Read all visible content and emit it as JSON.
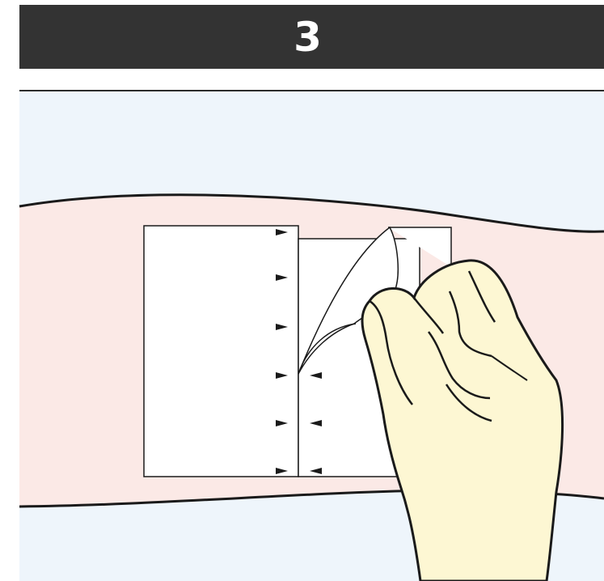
{
  "header": {
    "step_number": "3"
  },
  "illustration": {
    "arm_icon": "arm-skin",
    "dressing_icon": "adhesive-dressing",
    "hand_icon": "hand-peeling",
    "arrow_icon": "press-direction-arrow"
  },
  "colors": {
    "header_bg": "#333333",
    "header_text": "#ffffff",
    "panel_bg": "#eef5fb",
    "skin": "#fbe9e6",
    "hand": "#fdf7d3",
    "outline": "#1a1a1a",
    "dressing": "#ffffff"
  }
}
